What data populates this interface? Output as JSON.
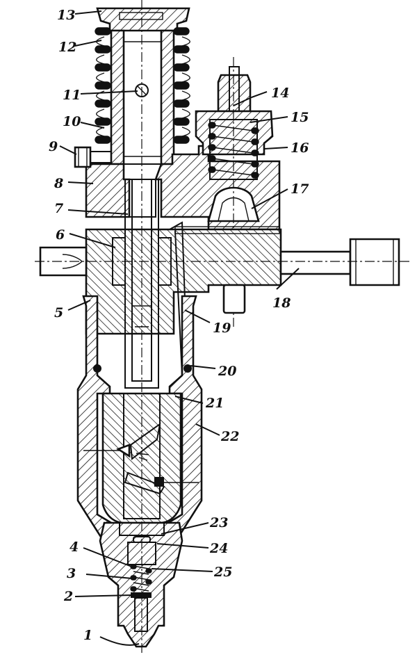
{
  "diagram": {
    "colors": {
      "ink": "#111111",
      "paper": "#ffffff"
    },
    "labels": [
      {
        "id": "1",
        "text": "1"
      },
      {
        "id": "2",
        "text": "2"
      },
      {
        "id": "3",
        "text": "3"
      },
      {
        "id": "4",
        "text": "4"
      },
      {
        "id": "5",
        "text": "5"
      },
      {
        "id": "6",
        "text": "6"
      },
      {
        "id": "7",
        "text": "7"
      },
      {
        "id": "8",
        "text": "8"
      },
      {
        "id": "9",
        "text": "9"
      },
      {
        "id": "10",
        "text": "10"
      },
      {
        "id": "11",
        "text": "11"
      },
      {
        "id": "12",
        "text": "12"
      },
      {
        "id": "13",
        "text": "13"
      },
      {
        "id": "14",
        "text": "14"
      },
      {
        "id": "15",
        "text": "15"
      },
      {
        "id": "16",
        "text": "16"
      },
      {
        "id": "17",
        "text": "17"
      },
      {
        "id": "18",
        "text": "18"
      },
      {
        "id": "19",
        "text": "19"
      },
      {
        "id": "20",
        "text": "20"
      },
      {
        "id": "21",
        "text": "21"
      },
      {
        "id": "22",
        "text": "22"
      },
      {
        "id": "23",
        "text": "23"
      },
      {
        "id": "24",
        "text": "24"
      },
      {
        "id": "25",
        "text": "25"
      }
    ]
  }
}
